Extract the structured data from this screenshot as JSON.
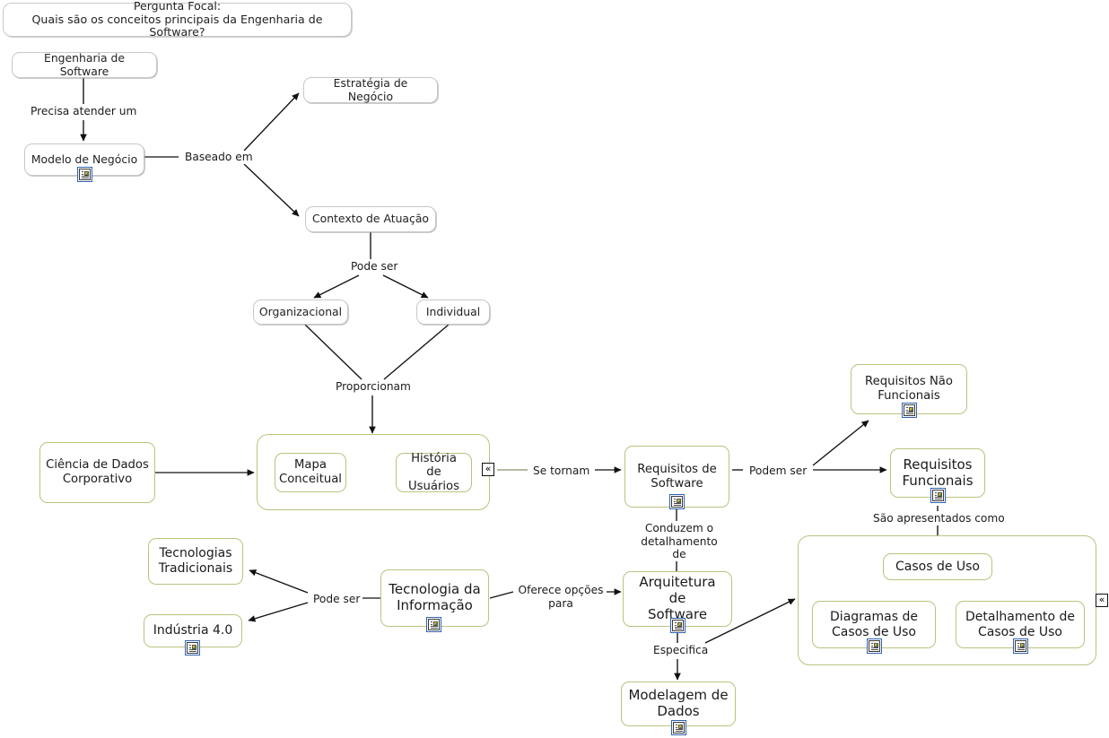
{
  "map": {
    "title": "Mapa Conceitual - Engenharia de Software",
    "colors": {
      "olive_border": "#bcc27e",
      "grey_border": "#c8c8c8",
      "icon_border": "#2f63b4",
      "edge": "#111111",
      "background": "#ffffff"
    }
  },
  "focal": {
    "line1": "Pergunta Focal:",
    "line2": "Quais são os conceitos principais da Engenharia de Software?"
  },
  "nodes": {
    "engenharia_software": {
      "label": "Engenharia de Software",
      "style": "grey",
      "has_icon": false
    },
    "modelo_negocio": {
      "label": "Modelo de Negócio",
      "style": "grey",
      "has_icon": true
    },
    "estrategia_negocio": {
      "label": "Estratégia de Negócio",
      "style": "grey",
      "has_icon": false
    },
    "contexto_atuacao": {
      "label": "Contexto de Atuação",
      "style": "grey",
      "has_icon": false
    },
    "organizacional": {
      "label": "Organizacional",
      "style": "grey",
      "has_icon": false
    },
    "individual": {
      "label": "Individual",
      "style": "grey",
      "has_icon": false
    },
    "ciencia_dados": {
      "label": "Ciência de Dados\nCorporativo",
      "style": "olive",
      "has_icon": false
    },
    "mapa_conceitual": {
      "label": "Mapa\nConceitual",
      "style": "olive",
      "has_icon": false
    },
    "historia_usuarios": {
      "label": "História de\nUsuários",
      "style": "olive",
      "has_icon": false
    },
    "requisitos_software": {
      "label": "Requisitos de\nSoftware",
      "style": "olive",
      "has_icon": true
    },
    "requisitos_nao_func": {
      "label": "Requisitos Não\nFuncionais",
      "style": "olive",
      "has_icon": true
    },
    "requisitos_func": {
      "label": "Requisitos\nFuncionais",
      "style": "olive",
      "has_icon": true
    },
    "casos_uso": {
      "label": "Casos de Uso",
      "style": "olive",
      "has_icon": false
    },
    "diagramas_casos_uso": {
      "label": "Diagramas de\nCasos de Uso",
      "style": "olive",
      "has_icon": true
    },
    "detalhamento_casos": {
      "label": "Detalhamento de\nCasos de Uso",
      "style": "olive",
      "has_icon": true
    },
    "tecnologias_trad": {
      "label": "Tecnologias\nTradicionais",
      "style": "olive",
      "has_icon": false
    },
    "industria_40": {
      "label": "Indústria 4.0",
      "style": "olive",
      "has_icon": true
    },
    "tecnologia_info": {
      "label": "Tecnologia da\nInformação",
      "style": "olive",
      "has_icon": true
    },
    "arquitetura_software": {
      "label": "Arquitetura de\nSoftware",
      "style": "olive",
      "has_icon": true
    },
    "modelagem_dados": {
      "label": "Modelagem de\nDados",
      "style": "olive",
      "has_icon": true
    }
  },
  "links": {
    "precisa_atender": "Precisa atender um",
    "baseado_em": "Baseado em",
    "pode_ser_contexto": "Pode ser",
    "proporcionam": "Proporcionam",
    "se_tornam": "Se tornam",
    "podem_ser": "Podem ser",
    "sao_apresentados": "São apresentados como",
    "conduzem": "Conduzem o\ndetalhamento de",
    "pode_ser_tec": "Pode ser",
    "oferece_opcoes": "Oferece opções\npara",
    "especifica": "Especifica"
  },
  "handles": {
    "collapse_glyph": "«"
  }
}
